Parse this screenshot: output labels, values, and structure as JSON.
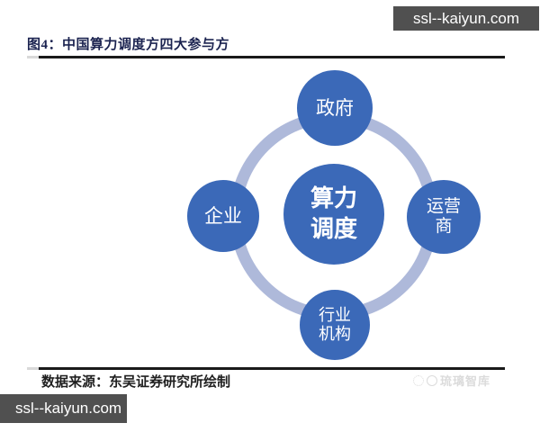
{
  "watermarks": {
    "top_right": "ssl--kaiyun.com",
    "bottom_left": "ssl--kaiyun.com",
    "logo_text": "琉璃智库"
  },
  "figure": {
    "title": "图4：中国算力调度方四大参与方",
    "source": "数据来源：东吴证券研究所绘制"
  },
  "diagram": {
    "type": "hub-and-spoke",
    "hub": {
      "id": "computing-power-scheduling",
      "label": "算力\n调度"
    },
    "nodes": [
      {
        "id": "government",
        "position": "top",
        "label": "政府"
      },
      {
        "id": "operators",
        "position": "right",
        "label": "运营\n商"
      },
      {
        "id": "industry-orgs",
        "position": "bottom",
        "label": "行业\n机构"
      },
      {
        "id": "enterprises",
        "position": "left",
        "label": "企业"
      }
    ],
    "colors": {
      "node_fill": "#3b69b8",
      "ring": "#aeb9da",
      "node_text": "#ffffff",
      "title_text": "#1b2350",
      "watermark_bg": "#505050"
    }
  }
}
